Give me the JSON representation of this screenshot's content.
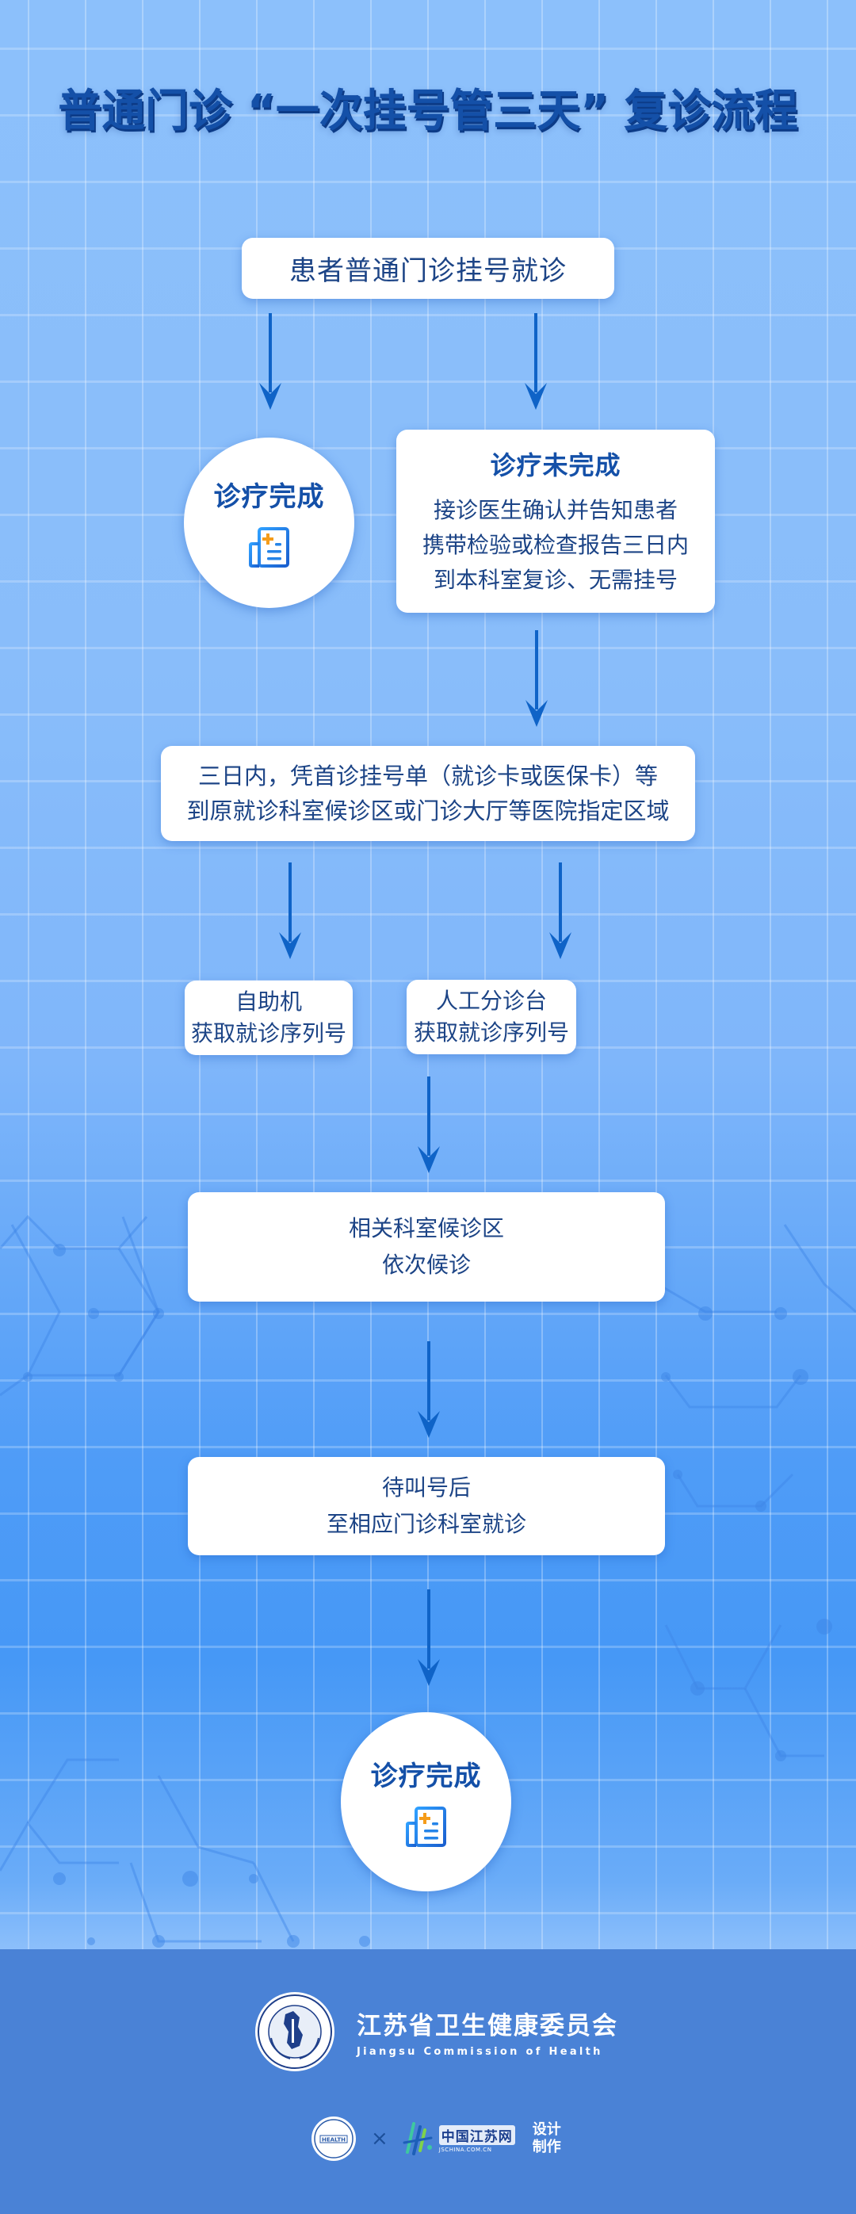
{
  "title": "普通门诊 “一次挂号管三天” 复诊流程",
  "colors": {
    "title": "#1450a8",
    "box_text": "#1c4486",
    "arrow": "#0f63c7",
    "footer_bg": "#4a82d6",
    "bg_top": "#8cc0fb",
    "bg_mid": "#4698f6"
  },
  "flow": {
    "start": {
      "text": "患者普通门诊挂号就诊"
    },
    "done_early": {
      "text": "诊疗完成",
      "icon": "medical-report-icon"
    },
    "not_done": {
      "heading": "诊疗未完成",
      "lines": [
        "接诊医生确认并告知患者",
        "携带检验或检查报告三日内",
        "到本科室复诊、无需挂号"
      ]
    },
    "within_three_days": {
      "lines": [
        "三日内，凭首诊挂号单（就诊卡或医保卡）等",
        "到原就诊科室候诊区或门诊大厅等医院指定区域"
      ]
    },
    "self_service": {
      "lines": [
        "自助机",
        "获取就诊序列号"
      ]
    },
    "manual_desk": {
      "lines": [
        "人工分诊台",
        "获取就诊序列号"
      ]
    },
    "waiting_area": {
      "lines": [
        "相关科室候诊区",
        "依次候诊"
      ]
    },
    "after_call": {
      "lines": [
        "待叫号后",
        "至相应门诊科室就诊"
      ]
    },
    "done_final": {
      "text": "诊疗完成",
      "icon": "medical-report-icon"
    }
  },
  "footer": {
    "org_name_cn": "江苏省卫生健康委员会",
    "org_name_en": "Jiangsu Commission of Health",
    "partner_badge_text": "HEALTH",
    "times_symbol": "×",
    "partner_site_cn": "中国江苏网",
    "partner_site_en": "JSCHINA.COM.CN",
    "credit_line1": "设计",
    "credit_line2": "制作"
  }
}
